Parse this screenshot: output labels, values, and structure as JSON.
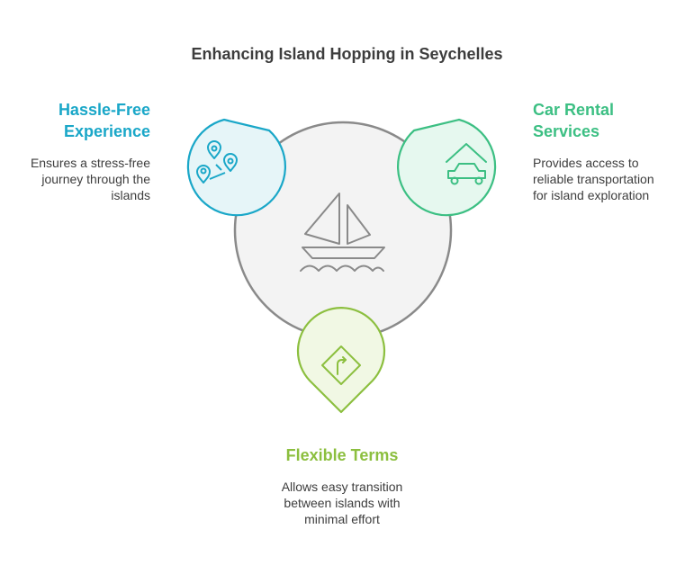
{
  "title": "Enhancing Island Hopping in Seychelles",
  "colors": {
    "blue": "#1aa7c8",
    "green": "#3cbf83",
    "lime": "#8cbf3f",
    "circle_stroke": "#8a8a8a",
    "circle_fill": "#f3f3f3",
    "text": "#3d3d3d"
  },
  "center": {
    "icon": "sailboat-icon"
  },
  "items": [
    {
      "heading": "Hassle-Free\nExperience",
      "description": "Ensures a stress-free\njourney through the\nislands",
      "color": "#1aa7c8",
      "icon": "map-pins-icon"
    },
    {
      "heading": "Car Rental\nServices",
      "description": "Provides access to\nreliable transportation\nfor island exploration",
      "color": "#3cbf83",
      "icon": "car-garage-icon"
    },
    {
      "heading": "Flexible Terms",
      "description": "Allows easy transition\nbetween islands with\nminimal effort",
      "color": "#8cbf3f",
      "icon": "turn-sign-icon"
    }
  ]
}
